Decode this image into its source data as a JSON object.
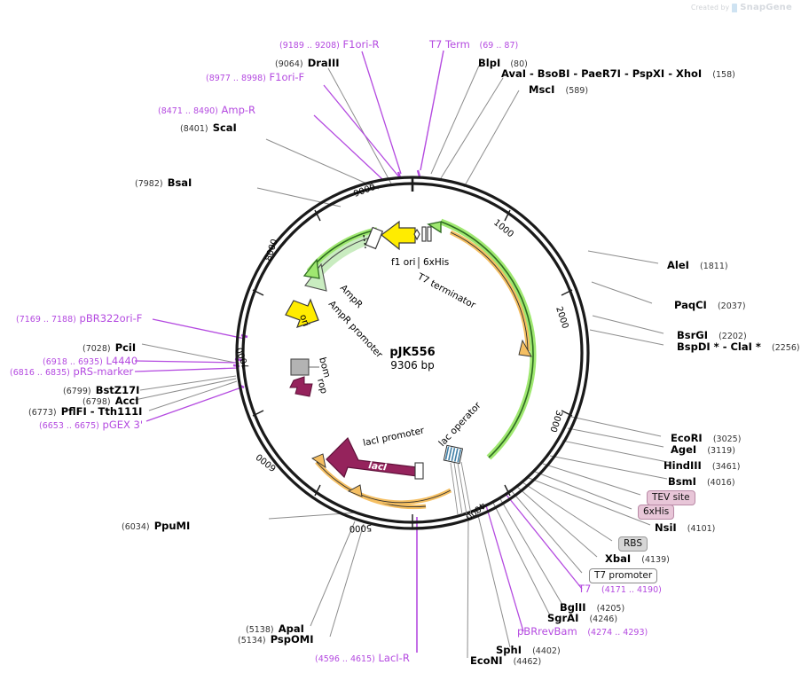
{
  "watermark": {
    "created_by": "Created by",
    "brand": "SnapGene"
  },
  "plasmid": {
    "name": "pJK556",
    "size": "9306 bp",
    "length_bp": 9306,
    "ruler_ticks": [
      "1000",
      "2000",
      "3000",
      "4000",
      "5000",
      "6000",
      "7000",
      "8000",
      "9000"
    ]
  },
  "features": [
    {
      "name": "AmpR",
      "color": "#c9ecc0",
      "type": "arrow-ccw"
    },
    {
      "name": "AmpR promoter",
      "color": "#ffffff",
      "type": "box"
    },
    {
      "name": "f1 ori",
      "color": "#ffec00",
      "type": "arrow-ccw"
    },
    {
      "name": "6xHis",
      "color": "#ffffff",
      "type": "box"
    },
    {
      "name": "T7 terminator",
      "color": "#ffffff",
      "type": "box"
    },
    {
      "name": "ori",
      "color": "#ffec00",
      "type": "arrow-cw"
    },
    {
      "name": "bom",
      "color": "#b3b3b3",
      "type": "box"
    },
    {
      "name": "rop",
      "color": "#95235c",
      "type": "arrow-ccw"
    },
    {
      "name": "lacI",
      "color": "#95235c",
      "type": "arrow-ccw"
    },
    {
      "name": "lacI promoter",
      "color": "#ffffff",
      "type": "box"
    },
    {
      "name": "lac operator",
      "color": "#3f7fa6",
      "type": "box"
    }
  ],
  "labels_top_left": [
    {
      "kind": "primer",
      "pos": "(9189 .. 9208)",
      "name": "F1ori-R"
    },
    {
      "kind": "enzyme",
      "pos": "(9064)",
      "name": "DraIII"
    },
    {
      "kind": "primer",
      "pos": "(8977 .. 8998)",
      "name": "F1ori-F"
    },
    {
      "kind": "primer",
      "pos": "(8471 .. 8490)",
      "name": "Amp-R"
    },
    {
      "kind": "enzyme",
      "pos": "(8401)",
      "name": "ScaI"
    },
    {
      "kind": "enzyme",
      "pos": "(7982)",
      "name": "BsaI"
    }
  ],
  "labels_top_right": [
    {
      "kind": "primer",
      "name": "T7 Term",
      "pos": "(69 .. 87)"
    },
    {
      "kind": "enzyme",
      "name": "BlpI",
      "pos": "(80)"
    },
    {
      "kind": "enzyme",
      "name": "AvaI  -  BsoBI  -  PaeR7I  -  PspXI  -  XhoI",
      "pos": "(158)"
    },
    {
      "kind": "enzyme",
      "name": "MscI",
      "pos": "(589)"
    }
  ],
  "labels_right": [
    {
      "kind": "enzyme",
      "name": "AleI",
      "pos": "(1811)"
    },
    {
      "kind": "enzyme",
      "name": "PaqCI",
      "pos": "(2037)"
    },
    {
      "kind": "enzyme",
      "name": "BsrGI",
      "pos": "(2202)"
    },
    {
      "kind": "enzyme",
      "name": "BspDI *  -  ClaI *",
      "pos": "(2256)"
    },
    {
      "kind": "enzyme",
      "name": "EcoRI",
      "pos": "(3025)"
    },
    {
      "kind": "enzyme",
      "name": "AgeI",
      "pos": "(3119)"
    },
    {
      "kind": "enzyme",
      "name": "HindIII",
      "pos": "(3461)"
    },
    {
      "kind": "enzyme",
      "name": "BsmI",
      "pos": "(4016)"
    },
    {
      "kind": "chip-pink",
      "name": "TEV site",
      "pos": ""
    },
    {
      "kind": "chip-pink",
      "name": "6xHis",
      "pos": ""
    },
    {
      "kind": "enzyme",
      "name": "NsiI",
      "pos": "(4101)"
    },
    {
      "kind": "chip-grey",
      "name": "RBS",
      "pos": ""
    },
    {
      "kind": "enzyme",
      "name": "XbaI",
      "pos": "(4139)"
    },
    {
      "kind": "chip-white",
      "name": "T7 promoter",
      "pos": ""
    },
    {
      "kind": "primer",
      "name": "T7",
      "pos": "(4171 .. 4190)"
    },
    {
      "kind": "enzyme",
      "name": "BglII",
      "pos": "(4205)"
    },
    {
      "kind": "enzyme",
      "name": "SgrAI",
      "pos": "(4246)"
    },
    {
      "kind": "primer",
      "name": "pBRrevBam",
      "pos": "(4274 .. 4293)"
    }
  ],
  "labels_bottom": [
    {
      "kind": "enzyme",
      "name": "SphI",
      "pos": "(4402)"
    },
    {
      "kind": "enzyme",
      "name": "EcoNI",
      "pos": "(4462)"
    },
    {
      "kind": "primer",
      "pos": "(4596 .. 4615)",
      "name": "LacI-R"
    },
    {
      "kind": "enzyme",
      "pos": "(5134)",
      "name": "PspOMI"
    },
    {
      "kind": "enzyme",
      "pos": "(5138)",
      "name": "ApaI"
    },
    {
      "kind": "enzyme",
      "pos": "(6034)",
      "name": "PpuMI"
    }
  ],
  "labels_left": [
    {
      "kind": "primer",
      "pos": "(7169 .. 7188)",
      "name": "pBR322ori-F"
    },
    {
      "kind": "enzyme",
      "pos": "(7028)",
      "name": "PciI"
    },
    {
      "kind": "primer",
      "pos": "(6918 .. 6935)",
      "name": "L4440"
    },
    {
      "kind": "primer",
      "pos": "(6816 .. 6835)",
      "name": "pRS-marker"
    },
    {
      "kind": "enzyme",
      "pos": "(6799)",
      "name": "BstZ17I"
    },
    {
      "kind": "enzyme",
      "pos": "(6798)",
      "name": "AccI"
    },
    {
      "kind": "enzyme",
      "pos": "(6773)",
      "name": "PflFI  -  Tth111I"
    },
    {
      "kind": "primer",
      "pos": "(6653 .. 6675)",
      "name": "pGEX 3'"
    }
  ],
  "colors": {
    "primer": "#b44ae0",
    "enzyme": "#000000",
    "backbone": "#1a1a1a",
    "ampR": "#c9ecc0",
    "ori_yellow": "#ffec00",
    "lacI_maroon": "#95235c",
    "cds_green": "#9fe870",
    "arrow_orange": "#f5bf62",
    "tev_pink": "#e8c6d8"
  }
}
